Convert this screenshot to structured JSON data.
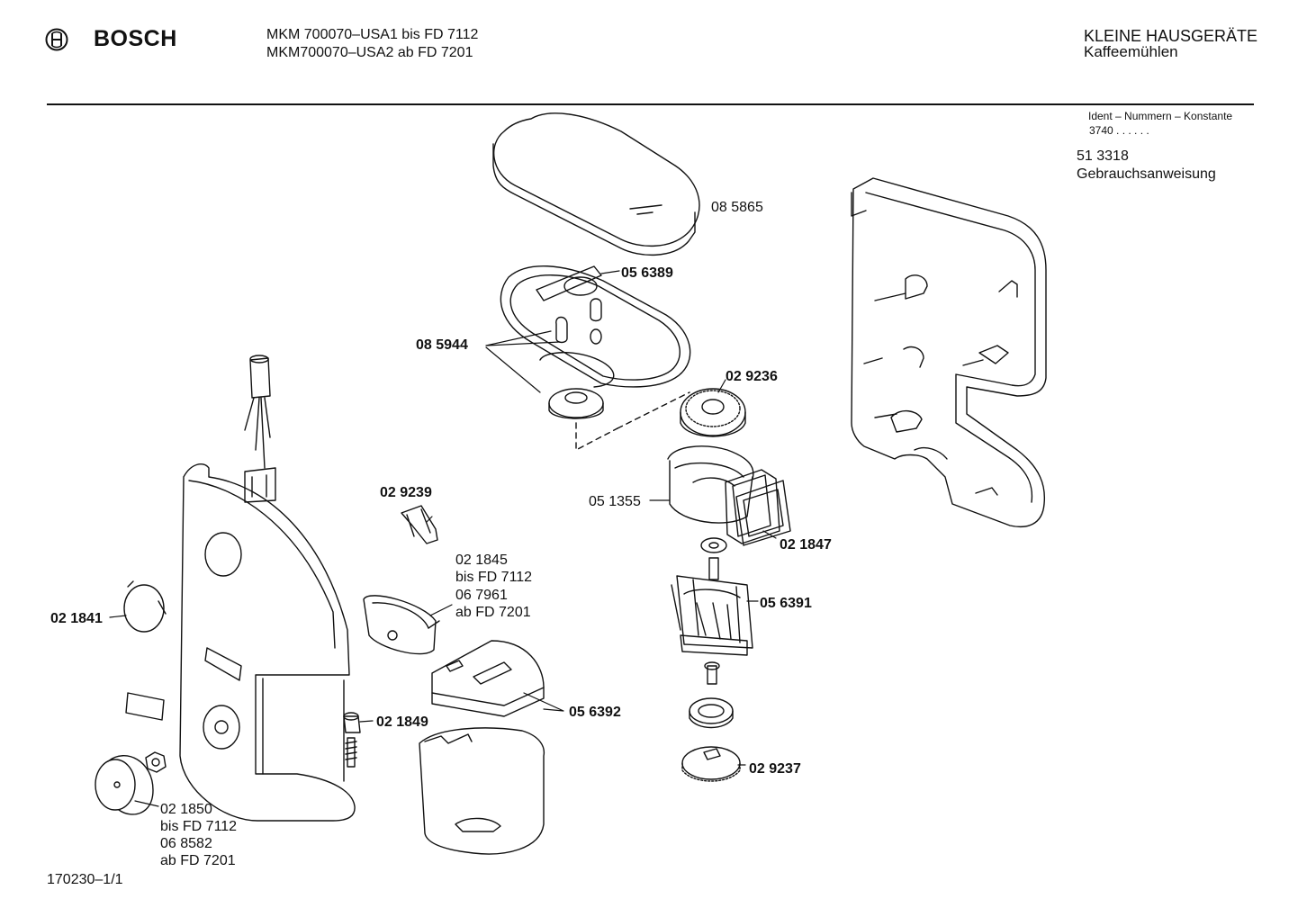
{
  "header": {
    "brand": "BOSCH",
    "model_line_1": "MKM  700070–USA1 bis FD 7112",
    "model_line_2": "MKM700070–USA2 ab FD 7201",
    "category": "KLEINE HAUSGERÄTE",
    "subcategory": "Kaffeemühlen"
  },
  "ident": {
    "label": "Ident – Nummern – Konstante",
    "value": "3740 .  .  .  .  .  ."
  },
  "manual": {
    "number": "51 3318",
    "label": "Gebrauchsanweisung"
  },
  "parts": {
    "p085865": "08 5865",
    "p056389": "05 6389",
    "p085944": "08 5944",
    "p029236": "02 9236",
    "p051355": "05 1355",
    "p021847": "02 1847",
    "p029239": "02 9239",
    "p021845": [
      "02 1845",
      "bis FD 7112",
      "06 7961",
      "ab FD 7201"
    ],
    "p056391": "05 6391",
    "p021841": "02 1841",
    "p056392": "05 6392",
    "p021849": "02 1849",
    "p029237": "02 9237",
    "p021850": [
      "02 1850",
      "bis FD 7112",
      "06 8582",
      "ab FD 7201"
    ]
  },
  "footer": {
    "drawing_number": "170230–1/1"
  }
}
